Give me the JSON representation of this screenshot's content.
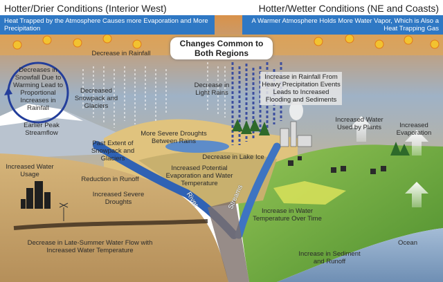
{
  "headers": {
    "left": "Hotter/Drier Conditions (Interior West)",
    "right": "Hotter/Wetter Conditions (NE and Coasts)"
  },
  "bands": {
    "left": "Heat Trapped by the Atmosphere Causes more Evaporation and More Precipitation",
    "right": "A Warmer Atmosphere Holds More Water Vapor, Which is Also a Heat Trapping Gas"
  },
  "center_box": "Changes Common to Both Regions",
  "labels": {
    "decrease_rainfall": "Decrease in Rainfall",
    "snowfall_cycle": "Decreases in Snowfall Due to Warming Lead to Proportional Increases in Rainfall",
    "decreased_snowpack": "Decreased Snowpack and Glaciers",
    "earlier_peak": "Earlier Peak Streamflow",
    "past_extent": "Past Extent of Snowpack and Glaciers",
    "severe_droughts_rains": "More Severe Droughts Between Rains",
    "light_rains": "Decrease in Light Rains",
    "heavy_precip": "Increase in Rainfall From Heavy Precipitation Events Leads to Increased Flooding and Sediments",
    "water_plants": "Increased Water Used by Plants",
    "increased_evap": "Increased Evaporation",
    "lake_ice": "Decrease in Lake Ice",
    "potential_evap": "Increased Potential Evaporation and Water Temperature",
    "water_usage": "Increased Water Usage",
    "reduction_runoff": "Reduction in Runoff",
    "increased_droughts": "Increased Severe Droughts",
    "river": "River",
    "streams": "Streams",
    "water_temp": "Increase in Water Temperature Over Time",
    "late_summer": "Decrease in Late-Summer Water Flow with Increased Water Temperature",
    "sediment": "Increase in Sediment and Runoff",
    "ocean": "Ocean"
  },
  "colors": {
    "sky_top": "#e8a24a",
    "sky_mid": "#7fa0c4",
    "band_blue": "#2f78c4",
    "desert": "#c9a46b",
    "green": "#6fae3c",
    "ocean": "#8aa6c6",
    "river": "#2f62b4"
  }
}
